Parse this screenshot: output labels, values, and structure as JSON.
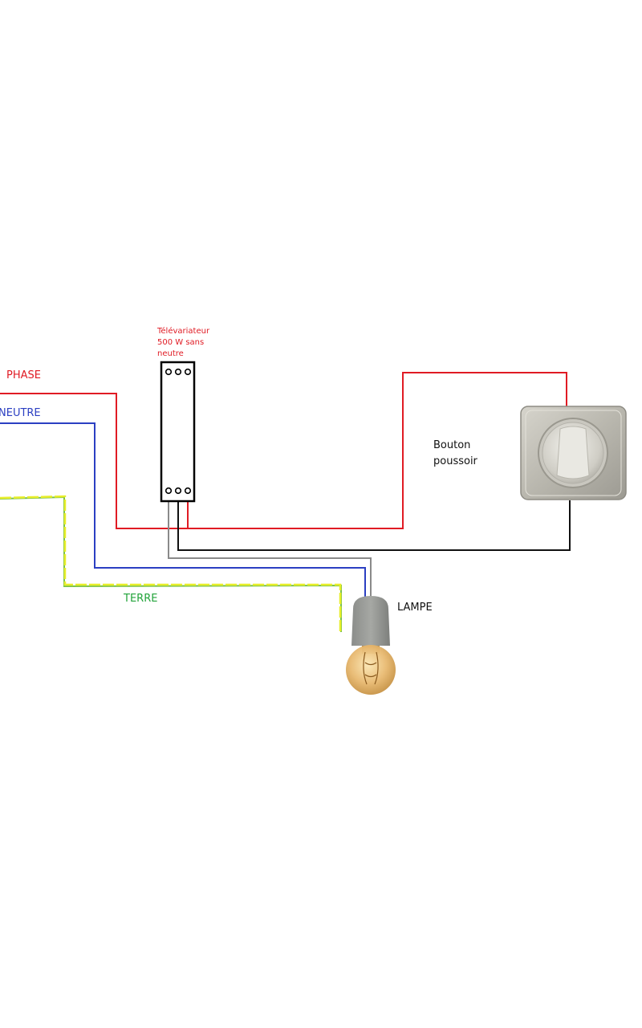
{
  "labels": {
    "phase": "PHASE",
    "neutre": "NEUTRE",
    "terre": "TERRE",
    "dimmer_line1": "Télévariateur",
    "dimmer_line2": "500 W sans",
    "dimmer_line3": "neutre",
    "button_line1": "Bouton",
    "button_line2": "poussoir",
    "lamp": "LAMPE"
  },
  "colors": {
    "phase": "#e01b24",
    "neutre": "#2b3fc2",
    "terre_yellow": "#e8ee2a",
    "terre_green": "#7cc24a",
    "terre_label": "#22a33a",
    "switch_wire": "#111111",
    "lamp_wire": "#8a8a8a",
    "dimmer_label": "#e01b24"
  },
  "components": {
    "dimmer": "dimmer-module",
    "push_button": "push-button-switch",
    "lamp": "edison-bulb-lamp"
  }
}
